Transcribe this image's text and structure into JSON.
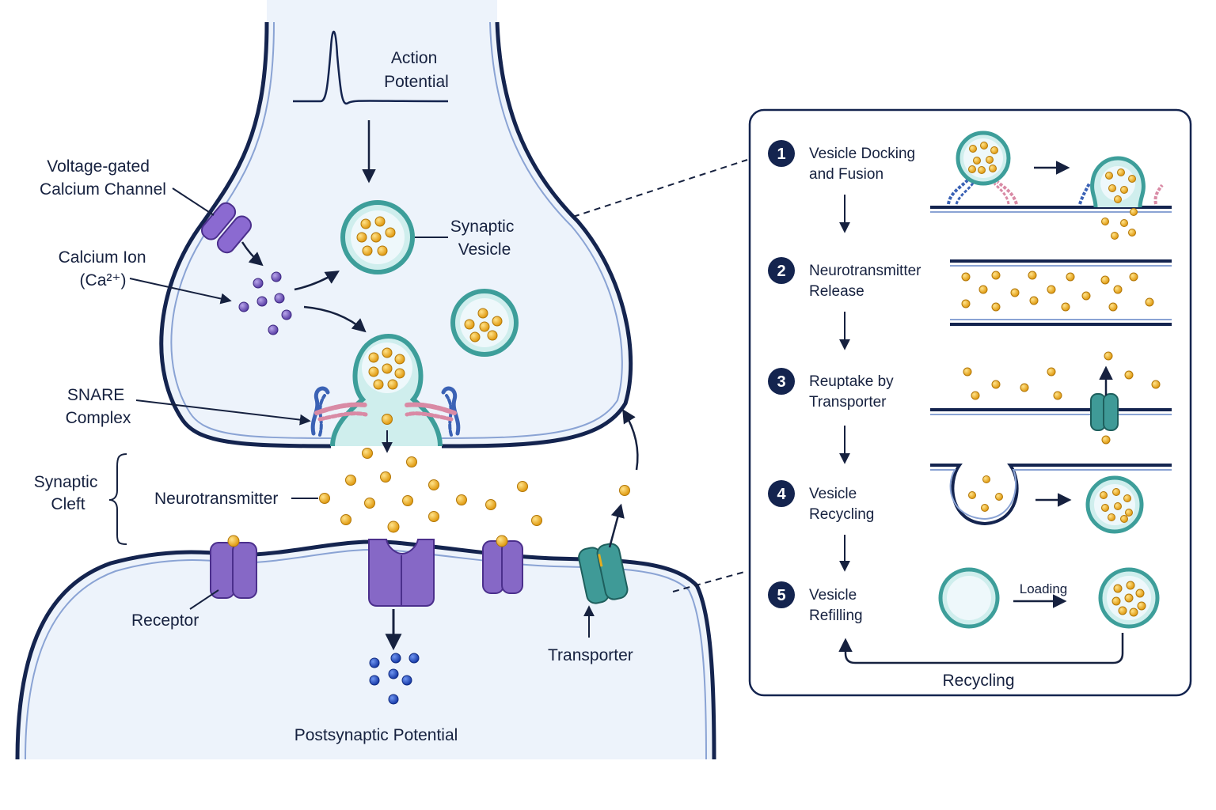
{
  "labels": {
    "action_potential": [
      "Action",
      "Potential"
    ],
    "voltage_gated_channel": [
      "Voltage-gated",
      "Calcium Channel"
    ],
    "calcium_ion": [
      "Calcium Ion",
      "(Ca²⁺)"
    ],
    "synaptic_vesicle": [
      "Synaptic",
      "Vesicle"
    ],
    "snare_complex": [
      "SNARE",
      "Complex"
    ],
    "synaptic_cleft": [
      "Synaptic",
      "Cleft"
    ],
    "neurotransmitter": "Neurotransmitter",
    "receptor": "Receptor",
    "transporter": "Transporter",
    "postsynaptic_potential": "Postsynaptic Potential"
  },
  "panel": {
    "steps": [
      {
        "number": "1",
        "title": [
          "Vesicle Docking",
          "and Fusion"
        ]
      },
      {
        "number": "2",
        "title": [
          "Neurotransmitter",
          "Release"
        ]
      },
      {
        "number": "3",
        "title": [
          "Reuptake by",
          "Transporter"
        ]
      },
      {
        "number": "4",
        "title": [
          "Vesicle",
          "Recycling"
        ]
      },
      {
        "number": "5",
        "title": [
          "Vesicle",
          "Refilling"
        ]
      }
    ],
    "loading_label": "Loading",
    "recycling_label": "Recycling"
  },
  "colors": {
    "membrane": "#14244f",
    "membrane_inner": "#7f99cf",
    "cell_fill": "#edf3fb",
    "vesicle": "#3d9e9a",
    "neurotransmitter": "#e6ad1f",
    "calcium": "#6f55b6",
    "receptor": "#8668c6",
    "transporter": "#3f9a97",
    "snare_blue": "#3b62b5",
    "snare_pink": "#d98aa5",
    "postsynaptic_ions": "#2248b6"
  }
}
